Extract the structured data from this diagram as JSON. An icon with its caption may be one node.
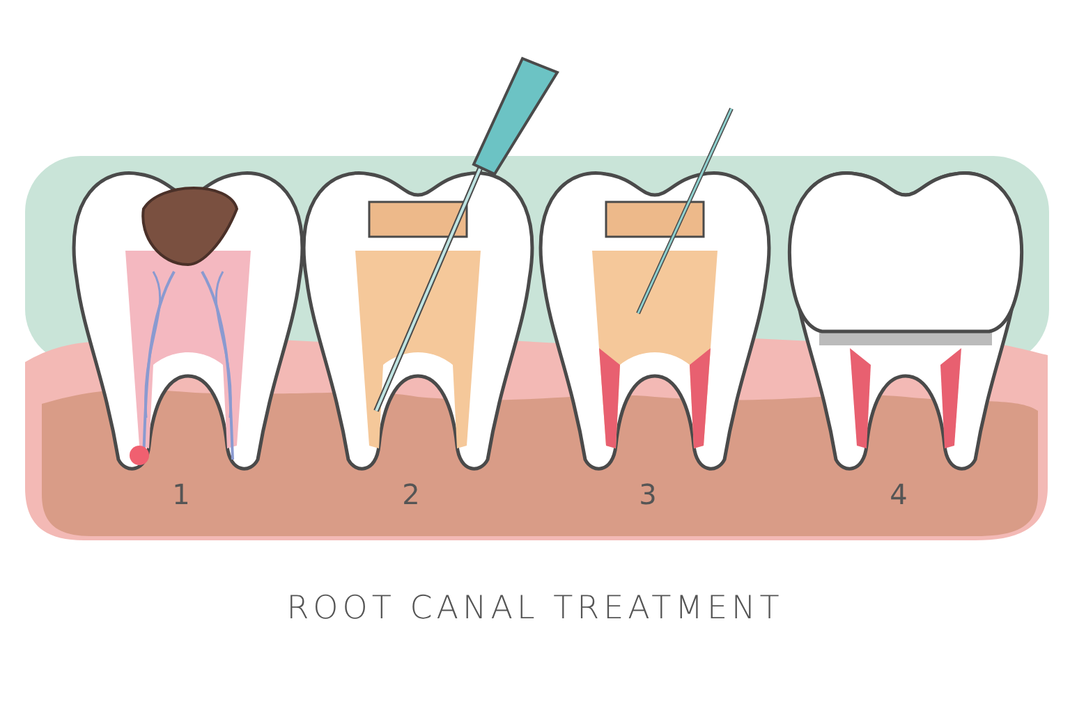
{
  "diagram": {
    "title": "ROOT CANAL TREATMENT",
    "labels": [
      "1",
      "2",
      "3",
      "4"
    ]
  }
}
